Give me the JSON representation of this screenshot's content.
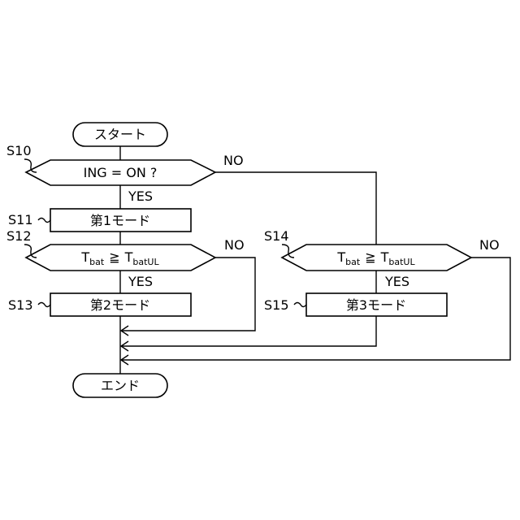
{
  "nodes": {
    "start": "スタート",
    "end": "エンド",
    "s10_condition": "ING = ON ?",
    "s11_process": "第1モード",
    "s13_process": "第2モード",
    "s15_process": "第3モード",
    "s12_condition": {
      "lhs_main": "T",
      "lhs_sub": "bat",
      "op": "≧",
      "rhs_main": "T",
      "rhs_sub": "batUL"
    },
    "s14_condition": {
      "lhs_main": "T",
      "lhs_sub": "bat",
      "op": "≧",
      "rhs_main": "T",
      "rhs_sub": "batUL"
    }
  },
  "step_labels": {
    "s10": "S10",
    "s11": "S11",
    "s12": "S12",
    "s13": "S13",
    "s14": "S14",
    "s15": "S15"
  },
  "branch_labels": {
    "s10_yes": "YES",
    "s10_no": "NO",
    "s12_yes": "YES",
    "s12_no": "NO",
    "s14_yes": "YES",
    "s14_no": "NO"
  }
}
